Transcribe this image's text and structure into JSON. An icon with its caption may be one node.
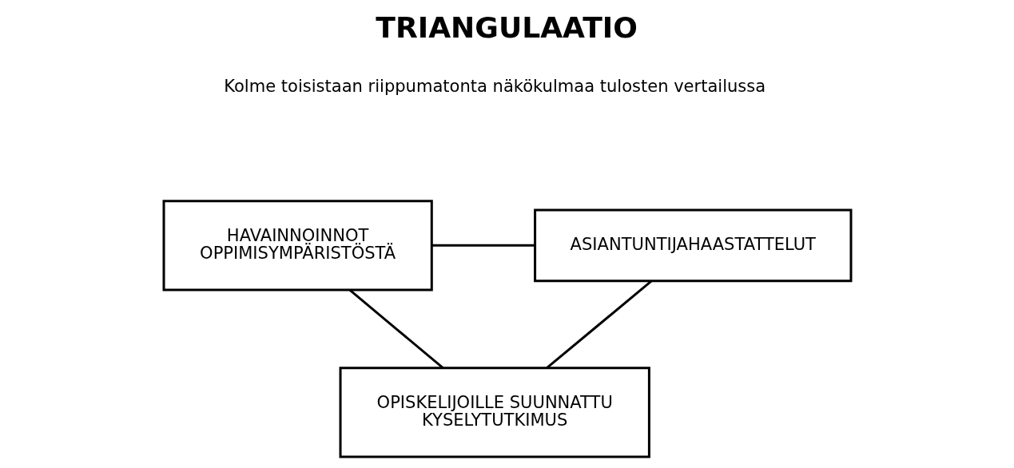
{
  "diagram": {
    "title": "TRIANGULAATIO",
    "nodes": [
      {
        "text": [
          "HAVAINNOINNOT OPPIMISYMPÄRISTÖSTÄ"
        ]
      },
      {
        "text": [
          "ASIANTUNTIJAHAASTATTELUT"
        ]
      },
      {
        "text": [
          "OPISKELIJOILLE SUUNNATTU KYSELYTUTKIMUS"
        ]
      }
    ],
    "edges": [
      {
        "from": 0,
        "to": 1,
        "arrow": "none"
      },
      {
        "from": 0,
        "to": 2,
        "arrow": "none"
      },
      {
        "from": 1,
        "to": 2,
        "arrow": "none"
      }
    ],
    "labels": [
      "Kolme toisistaan riippumatonta näkökulmaa tulosten vertailussa"
    ]
  }
}
